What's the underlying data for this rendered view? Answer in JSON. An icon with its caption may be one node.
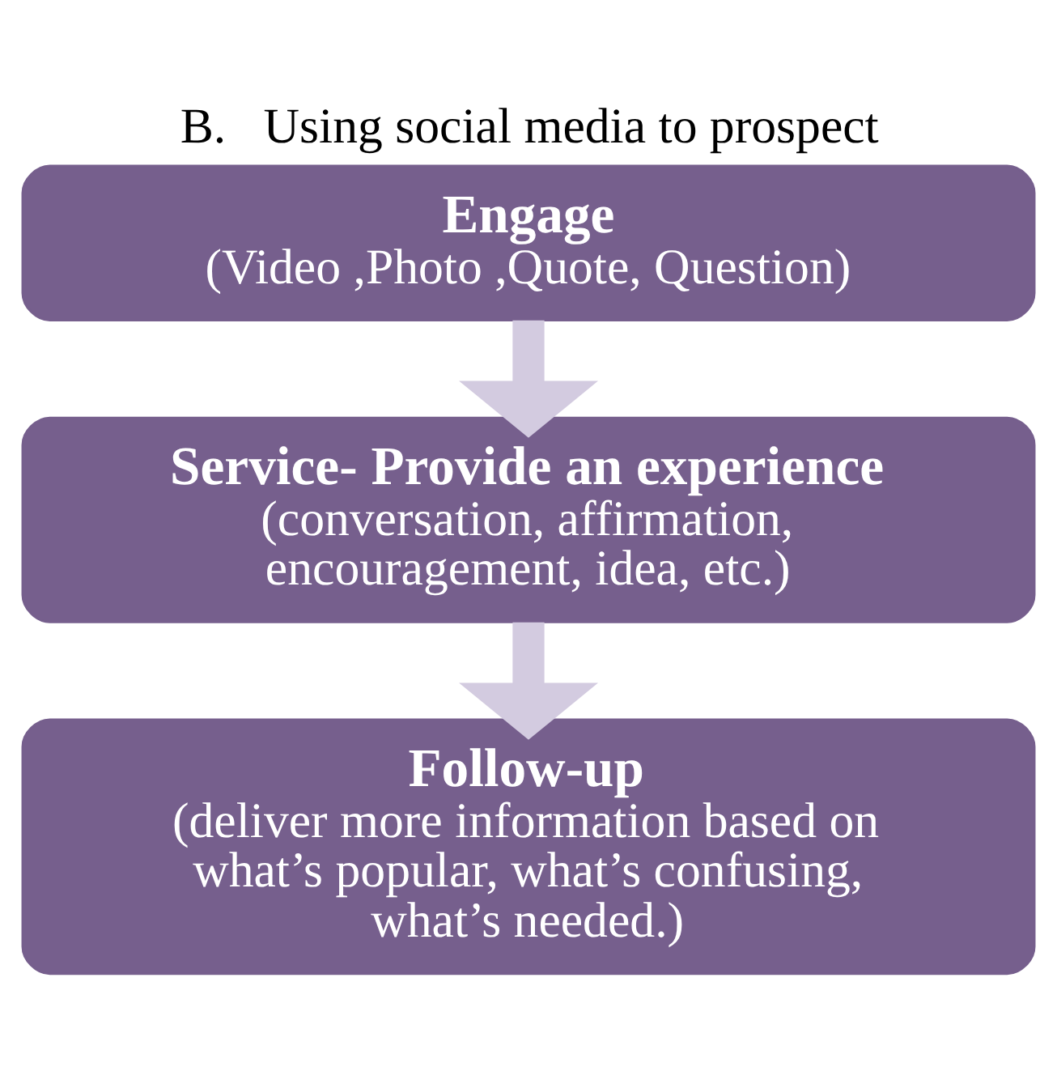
{
  "diagram": {
    "title": "B.   Using social media to prospect",
    "nodes": [
      {
        "text": [
          "Engage",
          "(Video ,Photo ,Quote, Question)"
        ]
      },
      {
        "text": [
          "Service- Provide an experience",
          "(conversation, affirmation, encouragement, idea, etc.)"
        ]
      },
      {
        "text": [
          "Follow-up",
          "(deliver more information based on what’s popular, what’s confusing, what’s needed.)"
        ]
      }
    ],
    "edges": [
      {
        "from": 0,
        "to": 1,
        "arrow": "to"
      },
      {
        "from": 1,
        "to": 2,
        "arrow": "to"
      }
    ]
  }
}
